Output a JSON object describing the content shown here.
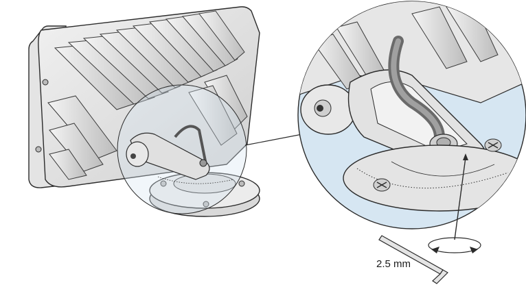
{
  "diagram": {
    "tool_label": "2.5 mm",
    "colors": {
      "highlight_fill": "#d6e6f2",
      "body_fill": "#e9e9e9",
      "body_dark": "#bdbdbd",
      "outline": "#2b2b2b",
      "fin_fill": "#d4d4d4"
    },
    "icons": [
      "heatsink-fins",
      "tilt-mount",
      "allen-key",
      "rotation-arrow-icon",
      "screw-icon"
    ]
  }
}
